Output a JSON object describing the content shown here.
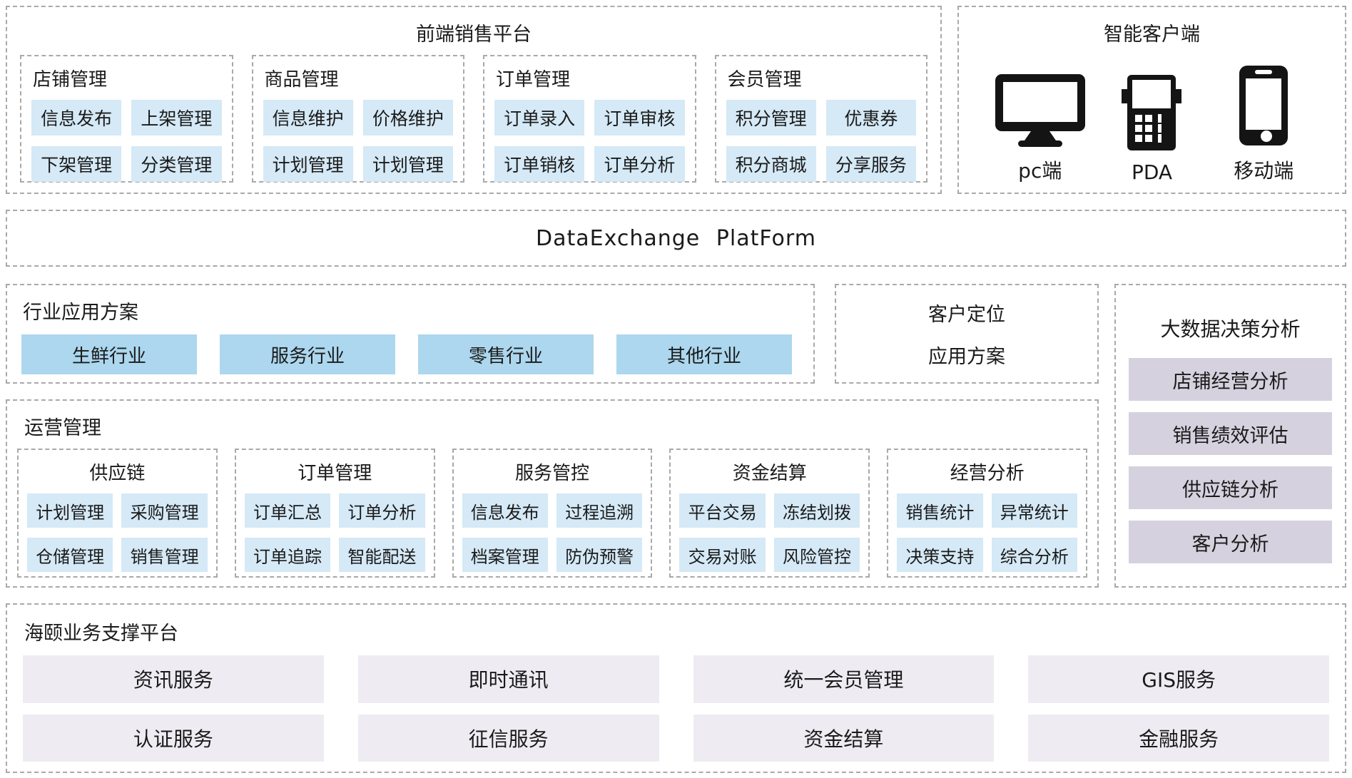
{
  "frontend": {
    "title": "前端销售平台",
    "groups": [
      {
        "title": "店铺管理",
        "items": [
          "信息发布",
          "上架管理",
          "下架管理",
          "分类管理"
        ]
      },
      {
        "title": "商品管理",
        "items": [
          "信息维护",
          "价格维护",
          "计划管理",
          "计划管理"
        ]
      },
      {
        "title": "订单管理",
        "items": [
          "订单录入",
          "订单审核",
          "订单销核",
          "订单分析"
        ]
      },
      {
        "title": "会员管理",
        "items": [
          "积分管理",
          "优惠券",
          "积分商城",
          "分享服务"
        ]
      }
    ]
  },
  "smart_client": {
    "title": "智能客户端",
    "clients": [
      {
        "icon": "desktop-monitor-icon",
        "label": "pc端"
      },
      {
        "icon": "pda-device-icon",
        "label": "PDA"
      },
      {
        "icon": "mobile-phone-icon",
        "label": "移动端"
      }
    ]
  },
  "data_exchange": {
    "title": "DataExchange PlatForm"
  },
  "industry": {
    "title": "行业应用方案",
    "items": [
      "生鲜行业",
      "服务行业",
      "零售行业",
      "其他行业"
    ]
  },
  "customer_positioning": {
    "line1": "客户定位",
    "line2": "应用方案"
  },
  "bigdata": {
    "title": "大数据决策分析",
    "items": [
      "店铺经营分析",
      "销售绩效评估",
      "供应链分析",
      "客户分析"
    ]
  },
  "operations": {
    "title": "运营管理",
    "groups": [
      {
        "title": "供应链",
        "items": [
          "计划管理",
          "采购管理",
          "仓储管理",
          "销售管理"
        ]
      },
      {
        "title": "订单管理",
        "items": [
          "订单汇总",
          "订单分析",
          "订单追踪",
          "智能配送"
        ]
      },
      {
        "title": "服务管控",
        "items": [
          "信息发布",
          "过程追溯",
          "档案管理",
          "防伪预警"
        ]
      },
      {
        "title": "资金结算",
        "items": [
          "平台交易",
          "冻结划拨",
          "交易对账",
          "风险管控"
        ]
      },
      {
        "title": "经营分析",
        "items": [
          "销售统计",
          "异常统计",
          "决策支持",
          "综合分析"
        ]
      }
    ]
  },
  "support": {
    "title": "海颐业务支撑平台",
    "items": [
      "资讯服务",
      "即时通讯",
      "统一会员管理",
      "GIS服务",
      "认证服务",
      "征信服务",
      "资金结算",
      "金融服务"
    ]
  },
  "colors": {
    "item_blue": "#d5e9f6",
    "industry_blue": "#acd7ee",
    "bigdata_gray": "#d6d1de",
    "support_lavender": "#eeecf2",
    "border_gray": "#a9a9a9",
    "text_color": "#1a1a1a",
    "icon_black": "#141414"
  }
}
